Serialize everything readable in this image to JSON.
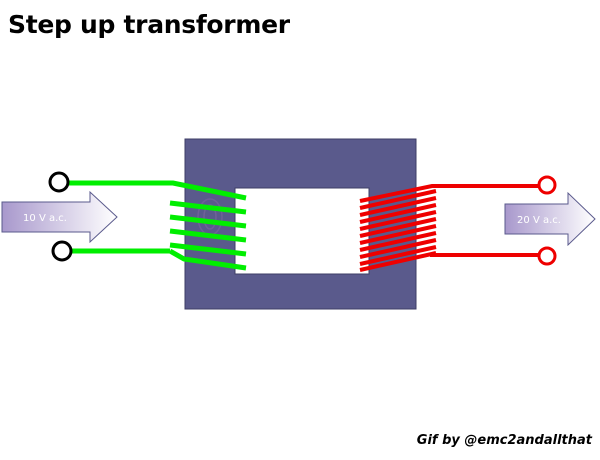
{
  "title": "Step up transformer",
  "credit": "Gif by @emc2andallthat",
  "input": {
    "label": "10 V a.c.",
    "coil_color": "#00ee00"
  },
  "output": {
    "label": "20 V a.c.",
    "coil_color": "#ee0000"
  },
  "core_color": "#5a5a8c",
  "arrow_color": "#a898cc"
}
